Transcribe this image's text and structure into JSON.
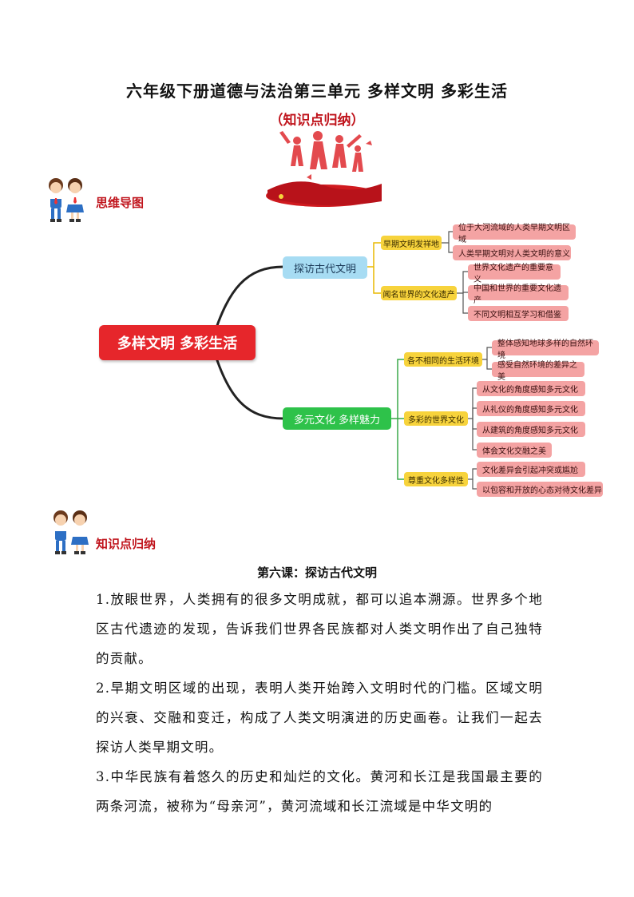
{
  "document": {
    "title": "六年级下册道德与法治第三单元 多样文明 多彩生活",
    "subtitle": "（知识点归纳）"
  },
  "sections": {
    "mindmap_label": "思维导图",
    "knowledge_label": "知识点归纳"
  },
  "mindmap": {
    "root": "多样文明 多彩生活",
    "branches": [
      {
        "label": "探访古代文明",
        "children": [
          {
            "label": "早期文明发祥地",
            "items": [
              "位于大河流域的人类早期文明区域",
              "人类早期文明对人类文明的意义"
            ]
          },
          {
            "label": "闻名世界的文化遗产",
            "items": [
              "世界文化遗产的重要意义",
              "中国和世界的重要文化遗产",
              "不同文明相互学习和借鉴"
            ]
          }
        ]
      },
      {
        "label": "多元文化 多样魅力",
        "children": [
          {
            "label": "各不相同的生活环境",
            "items": [
              "整体感知地球多样的自然环境",
              "感受自然环境的差异之美"
            ]
          },
          {
            "label": "多彩的世界文化",
            "items": [
              "从文化的角度感知多元文化",
              "从礼仪的角度感知多元文化",
              "从建筑的角度感知多元文化",
              "体会文化交融之美"
            ]
          },
          {
            "label": "尊重文化多样性",
            "items": [
              "文化差异会引起冲突或尴尬",
              "以包容和开放的心态对待文化差异"
            ]
          }
        ]
      }
    ]
  },
  "lesson": {
    "title": "第六课：探访古代文明",
    "paragraphs": [
      "1.放眼世界，人类拥有的很多文明成就，都可以追本溯源。世界多个地区古代遗迹的发现，告诉我们世界各民族都对人类文明作出了自己独特的贡献。",
      "2.早期文明区域的出现，表明人类开始跨入文明时代的门槛。区域文明的兴衰、交融和变迁，构成了人类文明演进的历史画卷。让我们一起去探访人类早期文明。",
      "3.中华民族有着悠久的历史和灿烂的文化。黄河和长江是我国最主要的两条河流，被称为“母亲河”，黄河流域和长江流域是中华文明的"
    ]
  },
  "colors": {
    "accent_red": "#c0141c",
    "root": "#e6262b",
    "branch_blue": "#a7dcf3",
    "branch_green": "#2ec24a",
    "node_yellow": "#f7d33c",
    "leaf_pink": "#f4a3a3"
  }
}
